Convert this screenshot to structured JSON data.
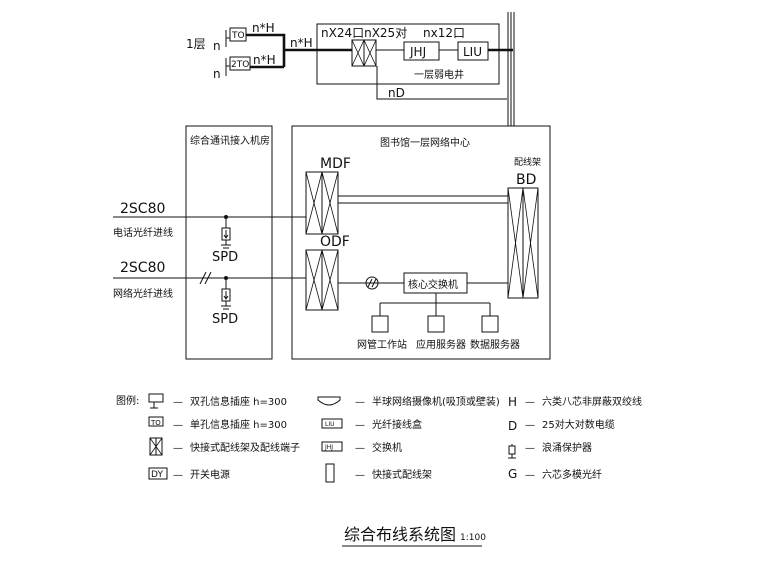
{
  "floor_outlets": {
    "floor_label": "1层",
    "n_upper": "n",
    "n_lower": "n",
    "to_label": "TO",
    "to2_label": "2TO",
    "nH_upper": "n*H",
    "nH_lower": "n*H",
    "nH_trunk": "n*H"
  },
  "weak_shaft": {
    "label": "一层弱电井",
    "cable_label": "nX24口nX25对",
    "port_label": "nx12口",
    "jhj": "JHJ",
    "liu": "LIU",
    "nd_label": "nD"
  },
  "comm_room": {
    "title": "综合通讯接入机房",
    "in1_cable": "2SC80",
    "in1_label": "电话光纤进线",
    "in2_cable": "2SC80",
    "in2_label": "网络光纤进线",
    "spd1": "SPD",
    "spd2": "SPD"
  },
  "network_center": {
    "title": "图书馆一层网络中心",
    "mdf": "MDF",
    "odf": "ODF",
    "rack_label": "配线架",
    "bd": "BD",
    "core_switch": "核心交换机",
    "workstation": "网管工作站",
    "app_server": "应用服务器",
    "data_server": "数据服务器"
  },
  "legend": {
    "title": "图例:",
    "dash": "—",
    "items": [
      {
        "icon": "dual-outlet",
        "text": "双孔信息插座 h=300"
      },
      {
        "icon": "single-outlet",
        "text": "单孔信息插座 h=300"
      },
      {
        "icon": "distribution-frame",
        "text": "快接式配线架及配线端子"
      },
      {
        "icon": "power-switch",
        "text": "开关电源",
        "code": "DY"
      },
      {
        "icon": "dome-camera",
        "text": "半球网络摄像机(吸顶或壁装)"
      },
      {
        "icon": "fiber-box",
        "text": "光纤接线盒",
        "code": "LIU"
      },
      {
        "icon": "switch",
        "text": "交换机",
        "code": "JHJ"
      },
      {
        "icon": "patch-panel",
        "text": "快接式配线架"
      },
      {
        "letter": "H",
        "text": "六类八芯非屏蔽双绞线"
      },
      {
        "letter": "D",
        "text": "25对大对数电缆"
      },
      {
        "icon": "surge-protector",
        "text": "浪涌保护器"
      },
      {
        "letter": "G",
        "text": "六芯多模光纤"
      }
    ]
  },
  "caption": {
    "title": "综合布线系统图",
    "scale": "1:100"
  }
}
